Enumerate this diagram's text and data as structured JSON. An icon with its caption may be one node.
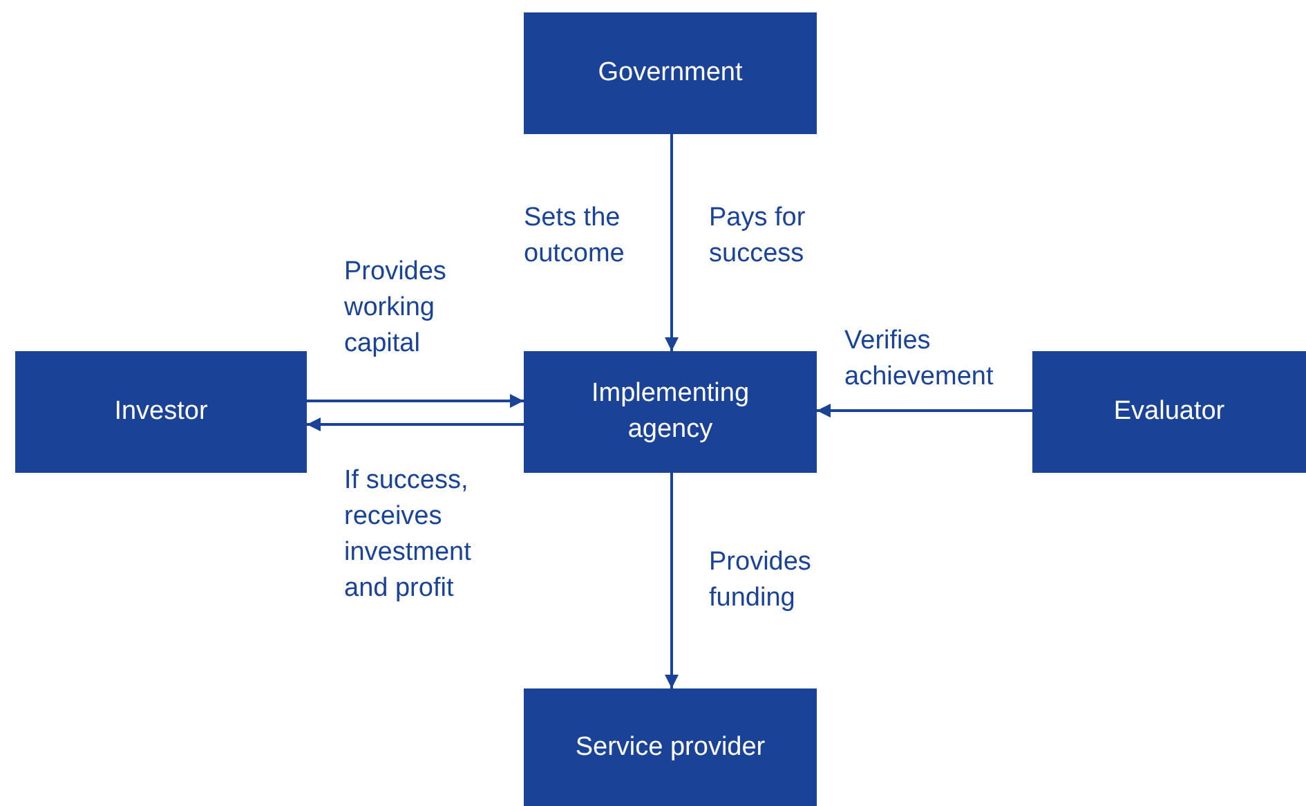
{
  "diagram": {
    "nodes": [
      {
        "text": [
          "Government"
        ]
      },
      {
        "text": [
          "Investor"
        ]
      },
      {
        "text": [
          "Implementing agency"
        ]
      },
      {
        "text": [
          "Evaluator"
        ]
      },
      {
        "text": [
          "Service provider"
        ]
      }
    ],
    "edges": [
      {
        "from": 0,
        "to": 2,
        "arrow": "to",
        "label": "Sets the outcome"
      },
      {
        "from": 1,
        "to": 2,
        "arrow": "to",
        "label": "Provides working capital"
      },
      {
        "from": 2,
        "to": 1,
        "arrow": "to",
        "label": "If success, receives investment and profit"
      },
      {
        "from": 3,
        "to": 2,
        "arrow": "to",
        "label": "Verifies achievement"
      },
      {
        "from": 2,
        "to": 4,
        "arrow": "to",
        "label": "Provides funding"
      }
    ],
    "labels": [
      "Pays for success"
    ]
  }
}
